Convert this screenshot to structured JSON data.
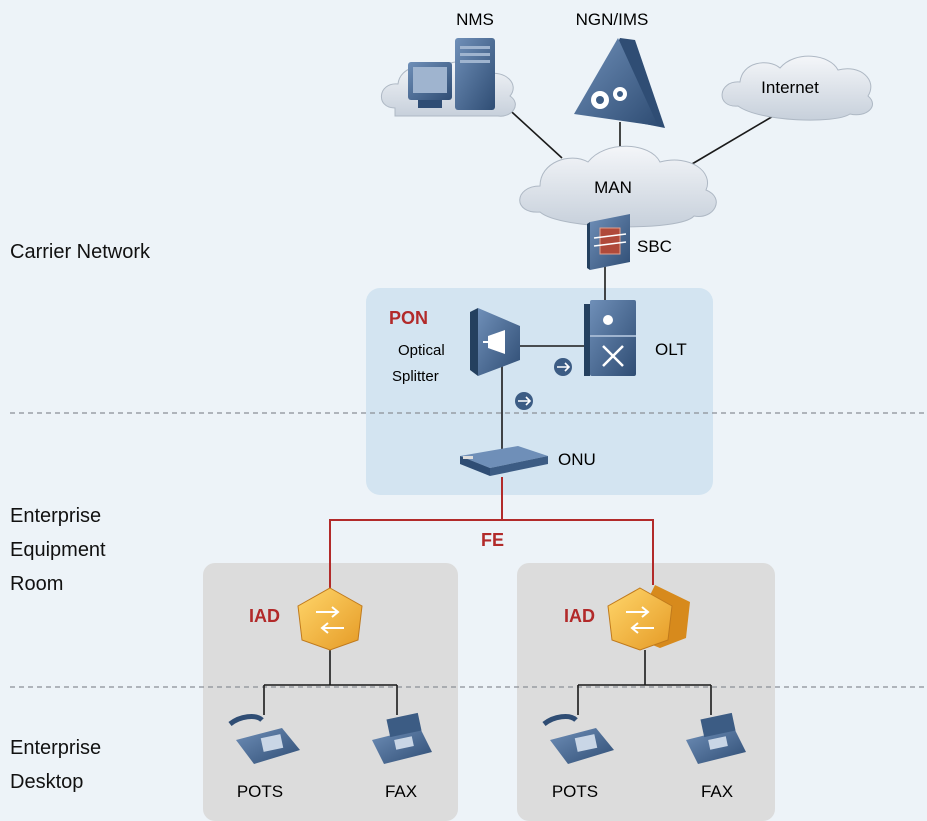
{
  "zones": {
    "carrier": "Carrier Network",
    "equipment_room": [
      "Enterprise",
      "Equipment",
      "Room"
    ],
    "desktop": [
      "Enterprise",
      "Desktop"
    ]
  },
  "nodes": {
    "nms": "NMS",
    "ngn_ims": "NGN/IMS",
    "internet": "Internet",
    "man": "MAN",
    "sbc": "SBC",
    "pon": "PON",
    "splitter": [
      "Optical",
      "Splitter"
    ],
    "olt": "OLT",
    "onu": "ONU",
    "fe": "FE",
    "iad_left": "IAD",
    "iad_right": "IAD",
    "pots_left": "POTS",
    "fax_left": "FAX",
    "pots_right": "POTS",
    "fax_right": "FAX"
  },
  "colors": {
    "background": "#edf3f8",
    "pon_panel": "#d3e4f1",
    "enterprise_panel": "#dcdcdc",
    "accent_red": "#b22a2a",
    "device_blue": "#3c5c84",
    "iad_orange": "#f2b23a"
  }
}
